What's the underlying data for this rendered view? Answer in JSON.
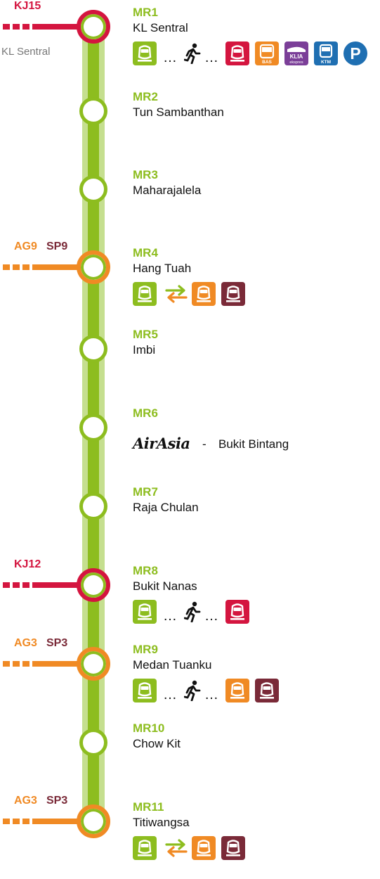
{
  "line": {
    "color": "#8dbd1f",
    "color_light": "#c5df8f"
  },
  "colors": {
    "kelana_jaya": "#d4153f",
    "ampang": "#f08a24",
    "sri_petaling": "#7a2a38",
    "monorail": "#8dbd1f",
    "bus": "#f08a24",
    "klia": "#7b3f98",
    "ktm": "#1f6fb2",
    "parking": "#1f6fb2",
    "interchange_arrow_green": "#8dbd1f",
    "interchange_arrow_orange": "#f08a24"
  },
  "stations": [
    {
      "code": "MR1",
      "name": "KL Sentral",
      "interchange": {
        "ring": "kelana_jaya",
        "labels": [
          {
            "text": "KJ15",
            "color": "#d4153f"
          }
        ],
        "caption": "KL Sentral"
      },
      "services": [
        "monorail-icon",
        "ellipsis",
        "walk-icon",
        "ellipsis",
        "lrt-kelana-jaya-icon",
        "bus-icon",
        "klia-ekspres-icon",
        "ktm-icon",
        "parking-icon"
      ],
      "bus_text": "BAS",
      "klia_text": "KLIA",
      "klia_sub": "ekspres",
      "ktm_text": "KTM",
      "parking_text": "P"
    },
    {
      "code": "MR2",
      "name": "Tun Sambanthan"
    },
    {
      "code": "MR3",
      "name": "Maharajalela"
    },
    {
      "code": "MR4",
      "name": "Hang Tuah",
      "interchange": {
        "ring": "ampang",
        "labels": [
          {
            "text": "AG9",
            "color": "#f08a24"
          },
          {
            "text": "SP9",
            "color": "#7a2a38"
          }
        ]
      },
      "services": [
        "monorail-icon",
        "interchange-arrows-icon",
        "lrt-ampang-icon",
        "lrt-sri-petaling-icon"
      ]
    },
    {
      "code": "MR5",
      "name": "Imbi"
    },
    {
      "code": "MR6",
      "name": "Bukit Bintang",
      "sponsor": "AirAsia",
      "separator": "-"
    },
    {
      "code": "MR7",
      "name": "Raja Chulan"
    },
    {
      "code": "MR8",
      "name": "Bukit Nanas",
      "interchange": {
        "ring": "kelana_jaya",
        "labels": [
          {
            "text": "KJ12",
            "color": "#d4153f"
          }
        ]
      },
      "services": [
        "monorail-icon",
        "ellipsis",
        "walk-icon",
        "ellipsis",
        "lrt-kelana-jaya-icon"
      ]
    },
    {
      "code": "MR9",
      "name": "Medan Tuanku",
      "interchange": {
        "ring": "ampang",
        "labels": [
          {
            "text": "AG3",
            "color": "#f08a24"
          },
          {
            "text": "SP3",
            "color": "#7a2a38"
          }
        ]
      },
      "services": [
        "monorail-icon",
        "ellipsis",
        "walk-icon",
        "ellipsis",
        "lrt-ampang-icon",
        "lrt-sri-petaling-icon"
      ]
    },
    {
      "code": "MR10",
      "name": "Chow Kit"
    },
    {
      "code": "MR11",
      "name": "Titiwangsa",
      "interchange": {
        "ring": "ampang",
        "labels": [
          {
            "text": "AG3",
            "color": "#f08a24"
          },
          {
            "text": "SP3",
            "color": "#7a2a38"
          }
        ]
      },
      "services": [
        "monorail-icon",
        "interchange-arrows-icon",
        "lrt-ampang-icon",
        "lrt-sri-petaling-icon"
      ]
    }
  ]
}
